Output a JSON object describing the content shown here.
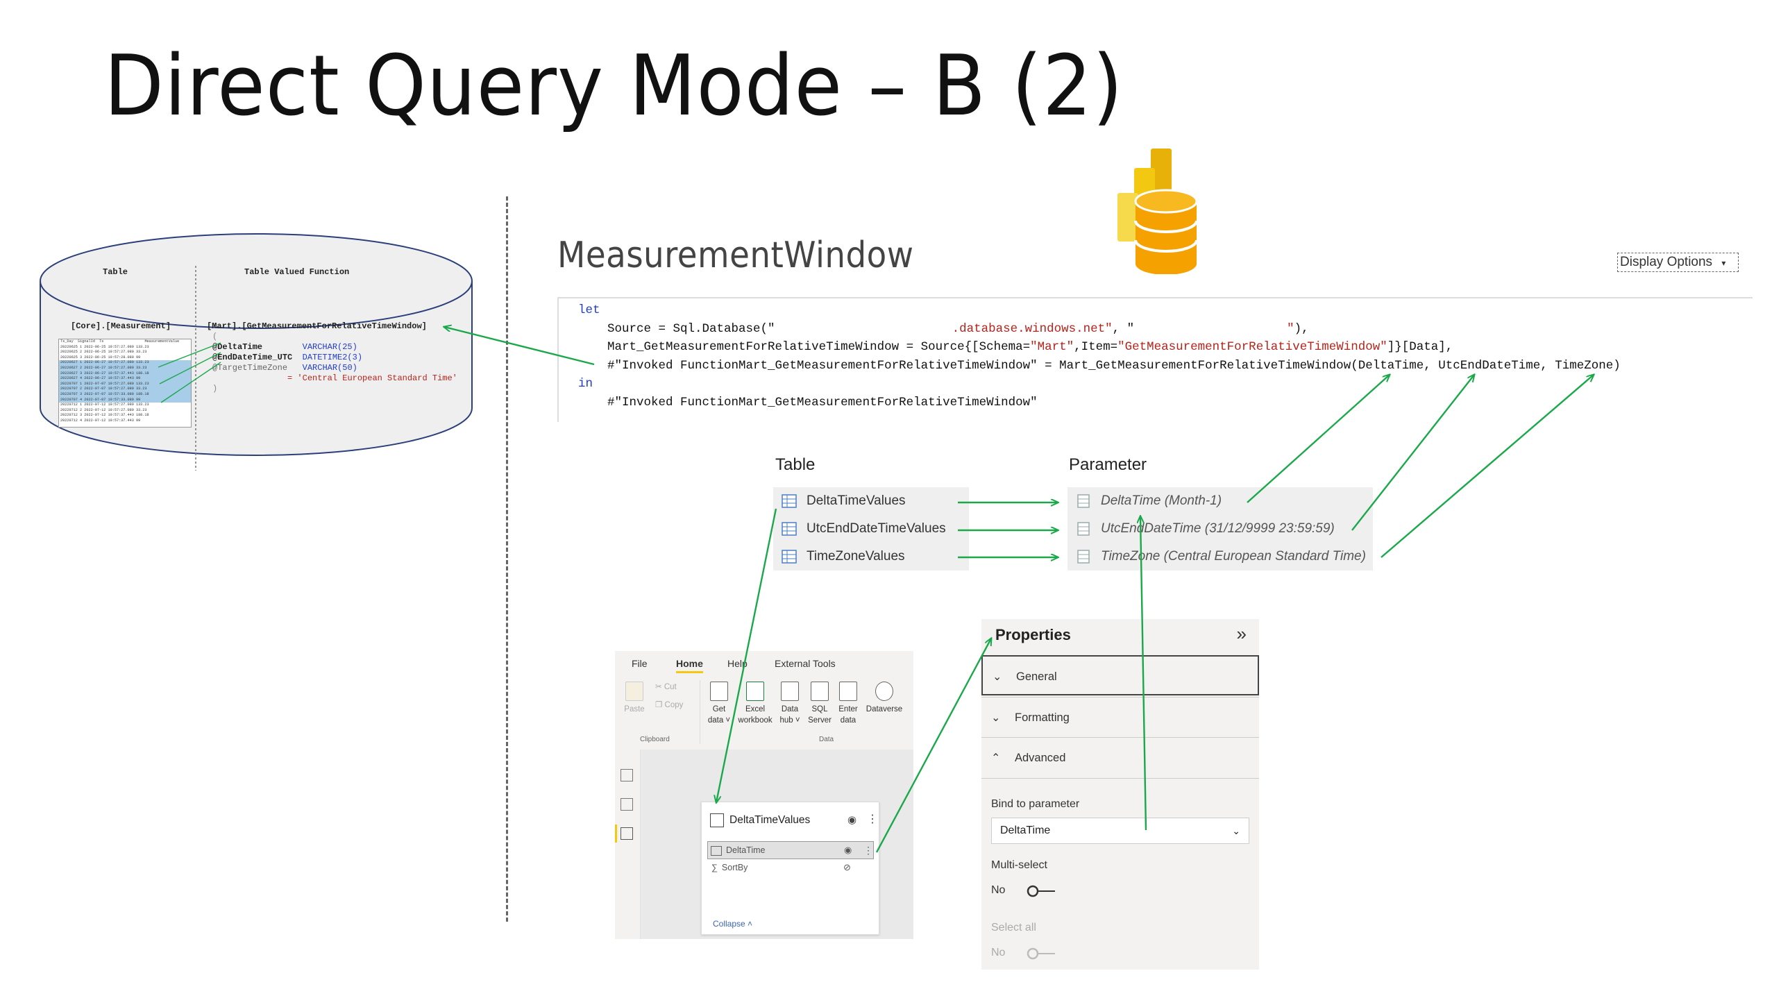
{
  "slide": {
    "title": "Direct Query Mode – B (2)"
  },
  "database_cylinder": {
    "col_left_header": "Table",
    "col_right_header": "Table Valued Function",
    "table_name": "[Core].[Measurement]",
    "function_name": "[Mart].[GetMeasurementForRelativeTimeWindow]",
    "params": [
      {
        "name": "@DeltaTime",
        "type": "VARCHAR(25)"
      },
      {
        "name": "@EndDateTime_UTC",
        "type": "DATETIME2(3)"
      },
      {
        "name": "@TargetTimeZone",
        "type": "VARCHAR(50)"
      }
    ],
    "default_value": "= 'Central European Standard Time'",
    "mini_table": {
      "headers": [
        "Ts_Day",
        "SignalId",
        "Ts",
        "MeasurementValue"
      ],
      "rows": [
        [
          "20220625",
          "1",
          "2022-06-25 10:57:27.080",
          "133.23"
        ],
        [
          "20220625",
          "2",
          "2022-06-25 10:57:27.080",
          "33.23"
        ],
        [
          "20220625",
          "3",
          "2022-06-25 10:57:28.080",
          "99"
        ],
        [
          "20220627",
          "1",
          "2022-06-27 10:57:27.080",
          "133.23"
        ],
        [
          "20220627",
          "2",
          "2022-06-27 10:57:27.080",
          "33.23"
        ],
        [
          "20220627",
          "3",
          "2022-06-27 10:57:37.443",
          "188.18"
        ],
        [
          "20220627",
          "4",
          "2022-06-27 10:57:37.443",
          "99"
        ],
        [
          "20220707",
          "1",
          "2022-07-07 10:57:27.080",
          "133.23"
        ],
        [
          "20220707",
          "2",
          "2022-07-07 10:57:27.080",
          "33.23"
        ],
        [
          "20220707",
          "3",
          "2022-07-07 10:57:33.080",
          "188.18"
        ],
        [
          "20220707",
          "4",
          "2022-07-07 10:57:33.080",
          "99"
        ],
        [
          "20220712",
          "1",
          "2022-07-12 10:57:27.080",
          "133.23"
        ],
        [
          "20220712",
          "2",
          "2022-07-12 10:57:27.080",
          "33.23"
        ],
        [
          "20220712",
          "3",
          "2022-07-12 10:57:37.443",
          "188.18"
        ],
        [
          "20220712",
          "4",
          "2022-07-12 10:57:37.443",
          "99"
        ]
      ]
    }
  },
  "query_editor": {
    "query_name": "MeasurementWindow",
    "display_options_label": "Display Options",
    "code": {
      "kw_let": "let",
      "line1_prefix": "Source = Sql.Database(\"",
      "line1_str1_tail": ".database.windows.net\"",
      "line1_mid": ", \"",
      "line1_str2_tail": "\"",
      "line1_suffix": "),",
      "line2_prefix": "Mart_GetMeasurementForRelativeTimeWindow = Source{[Schema=",
      "line2_schema": "\"Mart\"",
      "line2_item_key": ",Item=",
      "line2_item": "\"GetMeasurementForRelativeTimeWindow\"",
      "line2_suffix": "]}[Data],",
      "line3": "#\"Invoked FunctionMart_GetMeasurementForRelativeTimeWindow\" = Mart_GetMeasurementForRelativeTimeWindow(DeltaTime, UtcEndDateTime, TimeZone)",
      "kw_in": "in",
      "line5": "#\"Invoked FunctionMart_GetMeasurementForRelativeTimeWindow\""
    }
  },
  "tables_list": {
    "heading": "Table",
    "items": [
      "DeltaTimeValues",
      "UtcEndDateTimeValues",
      "TimeZoneValues"
    ]
  },
  "parameters_list": {
    "heading": "Parameter",
    "items": [
      "DeltaTime (Month-1)",
      "UtcEndDateTime (31/12/9999 23:59:59)",
      "TimeZone (Central European Standard Time)"
    ]
  },
  "ribbon": {
    "tabs": [
      "File",
      "Home",
      "Help",
      "External Tools"
    ],
    "active_tab": "Home",
    "clipboard": {
      "paste": "Paste",
      "cut": "Cut",
      "copy": "Copy",
      "group": "Clipboard"
    },
    "data_buttons": [
      {
        "line1": "Get",
        "line2": "data ˅"
      },
      {
        "line1": "Excel",
        "line2": "workbook"
      },
      {
        "line1": "Data",
        "line2": "hub ˅"
      },
      {
        "line1": "SQL",
        "line2": "Server"
      },
      {
        "line1": "Enter",
        "line2": "data"
      },
      {
        "line1": "Dataverse",
        "line2": ""
      }
    ],
    "data_group": "Data"
  },
  "field_card": {
    "title": "DeltaTimeValues",
    "fields": [
      "DeltaTime",
      "SortBy"
    ],
    "collapse_label": "Collapse ˄"
  },
  "properties": {
    "title": "Properties",
    "expand_icon": "»",
    "sections": [
      "General",
      "Formatting",
      "Advanced"
    ],
    "bind_label": "Bind to parameter",
    "bind_value": "DeltaTime",
    "multiselect_label": "Multi-select",
    "multiselect_value": "No",
    "selectall_label": "Select all",
    "selectall_value": "No"
  },
  "colors": {
    "arrow": "#1aa84a",
    "keyword": "#1f3ccc",
    "string": "#b5231b",
    "highlight": "#a8cde9",
    "powerbi_gold": "#f2b807"
  }
}
